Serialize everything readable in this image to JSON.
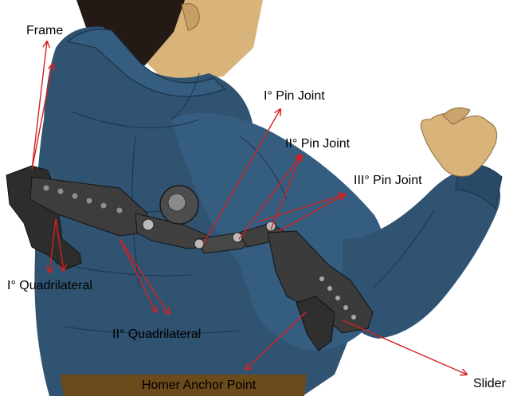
{
  "labels": {
    "frame": "Frame",
    "pin1": "I° Pin Joint",
    "pin2": "II° Pin Joint",
    "pin3": "III° Pin Joint",
    "quad1": "I° Quadrilateral",
    "quad2": "II° Quadrilateral",
    "anchor": "Homer Anchor Point",
    "slider": "Slider"
  },
  "colors": {
    "jacket": "#2f5371",
    "jacket_shadow": "#213d56",
    "skin": "#d8b37a",
    "hair": "#231a16",
    "mechanism": "#3a3a3a",
    "arrow": "#d62020"
  }
}
